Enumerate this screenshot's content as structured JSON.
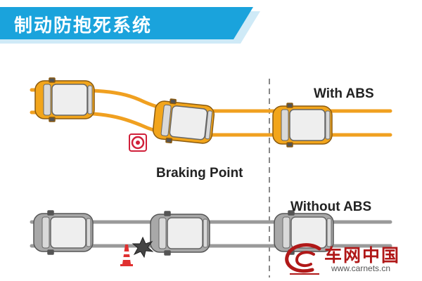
{
  "title": "制动防抱死系统",
  "labels": {
    "with_abs": "With ABS",
    "braking_point": "Braking Point",
    "without_abs": "Without ABS"
  },
  "watermark": {
    "brand_cn": "车网中国",
    "url": "www.carnets.cn"
  },
  "colors": {
    "banner": "#1aa3dc",
    "abs_path": "#f0a020",
    "abs_car": "#f2a51b",
    "no_abs_path": "#9a9a9a",
    "no_abs_car": "#a8a8a8",
    "target_icon": "#d0203a",
    "cone": "#e03030",
    "divider": "#888888"
  },
  "icons": {
    "target": "target-icon",
    "cone": "traffic-cone-icon",
    "collision": "collision-icon",
    "logo": "carnets-logo-icon"
  }
}
